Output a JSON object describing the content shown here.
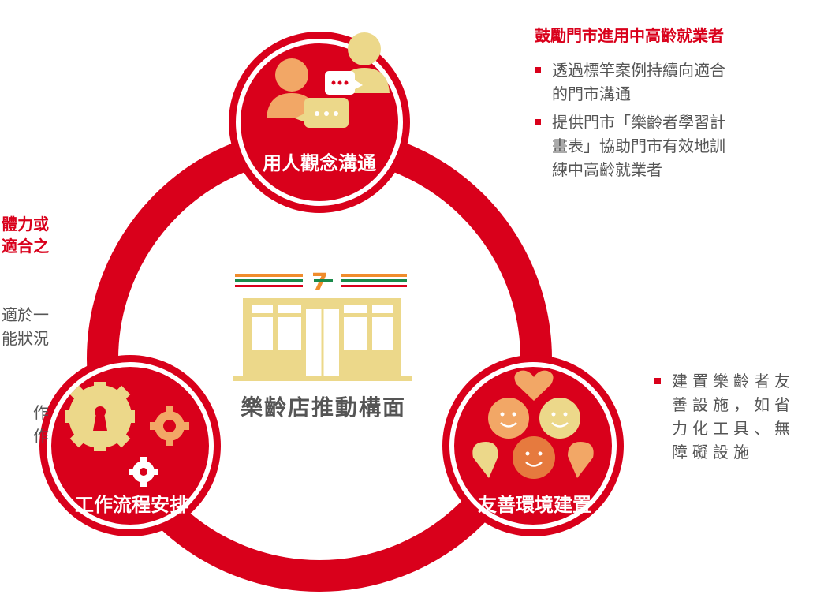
{
  "center_label": "樂齡店推動構面",
  "nodes": {
    "top": {
      "label": "用人觀念溝通",
      "icon": "chat-people-icon"
    },
    "bottom_left": {
      "label": "工作流程安排",
      "icon": "gears-lock-icon"
    },
    "bottom_right": {
      "label": "友善環境建置",
      "icon": "smiley-hearts-icon"
    }
  },
  "right_panel": {
    "title": "鼓勵門市進用中高齡就業者",
    "bullets": [
      [
        "透過標竿案例持續向適合",
        "的門市溝通"
      ],
      [
        "提供門市「樂齡者學習計",
        "畫表」協助門市有效地訓",
        "練中高齡就業者"
      ]
    ]
  },
  "bottom_right_panel": {
    "bullets": [
      [
        "建置樂齡者友",
        "善設施，如省",
        "力化工具、無",
        "障礙設施"
      ]
    ]
  },
  "left_panel_clipped": {
    "title_lines": [
      "體力或",
      "適合之"
    ],
    "body_lines": [
      "適於一",
      "能狀況"
    ],
    "trail_lines": [
      "作",
      "作"
    ]
  },
  "colors": {
    "brand_red": "#d9001b",
    "gold": "#ecd88a",
    "orange": "#f2a766",
    "text_gray": "#555555"
  }
}
